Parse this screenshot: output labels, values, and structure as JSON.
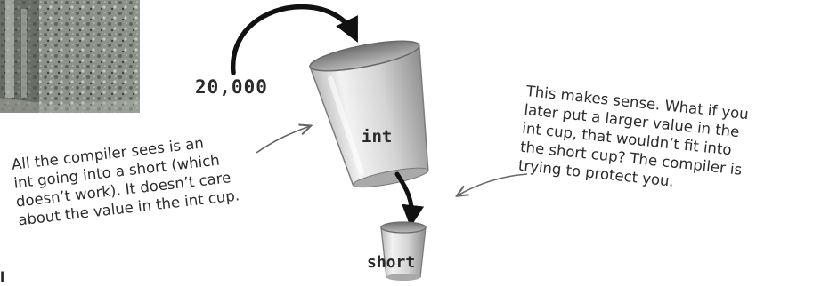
{
  "figure": {
    "value_label": "20,000",
    "int_cup_label": "int",
    "short_cup_label": "short",
    "note_left": [
      "All the compiler sees is an",
      "int going into a short (which",
      "doesn’t work). It doesn’t care",
      "about the value in the int cup."
    ],
    "note_right": [
      "This makes sense. What if you",
      "later put a larger value in the",
      "int cup, that wouldn’t fit into",
      "the short cup? The compiler is",
      "trying to protect you."
    ],
    "corner_fragment": "l"
  },
  "icons": {
    "photo": "tree-photo-fragment",
    "big_cup": "int-cup-icon",
    "small_cup": "short-cup-icon",
    "arrows": [
      "curved-arrow-icon",
      "down-arrow-icon",
      "pointer-arrow-icon"
    ]
  },
  "colors": {
    "ink": "#2b2b2b",
    "cup_light": "#efefef",
    "cup_shadow": "#9a9a9a"
  }
}
